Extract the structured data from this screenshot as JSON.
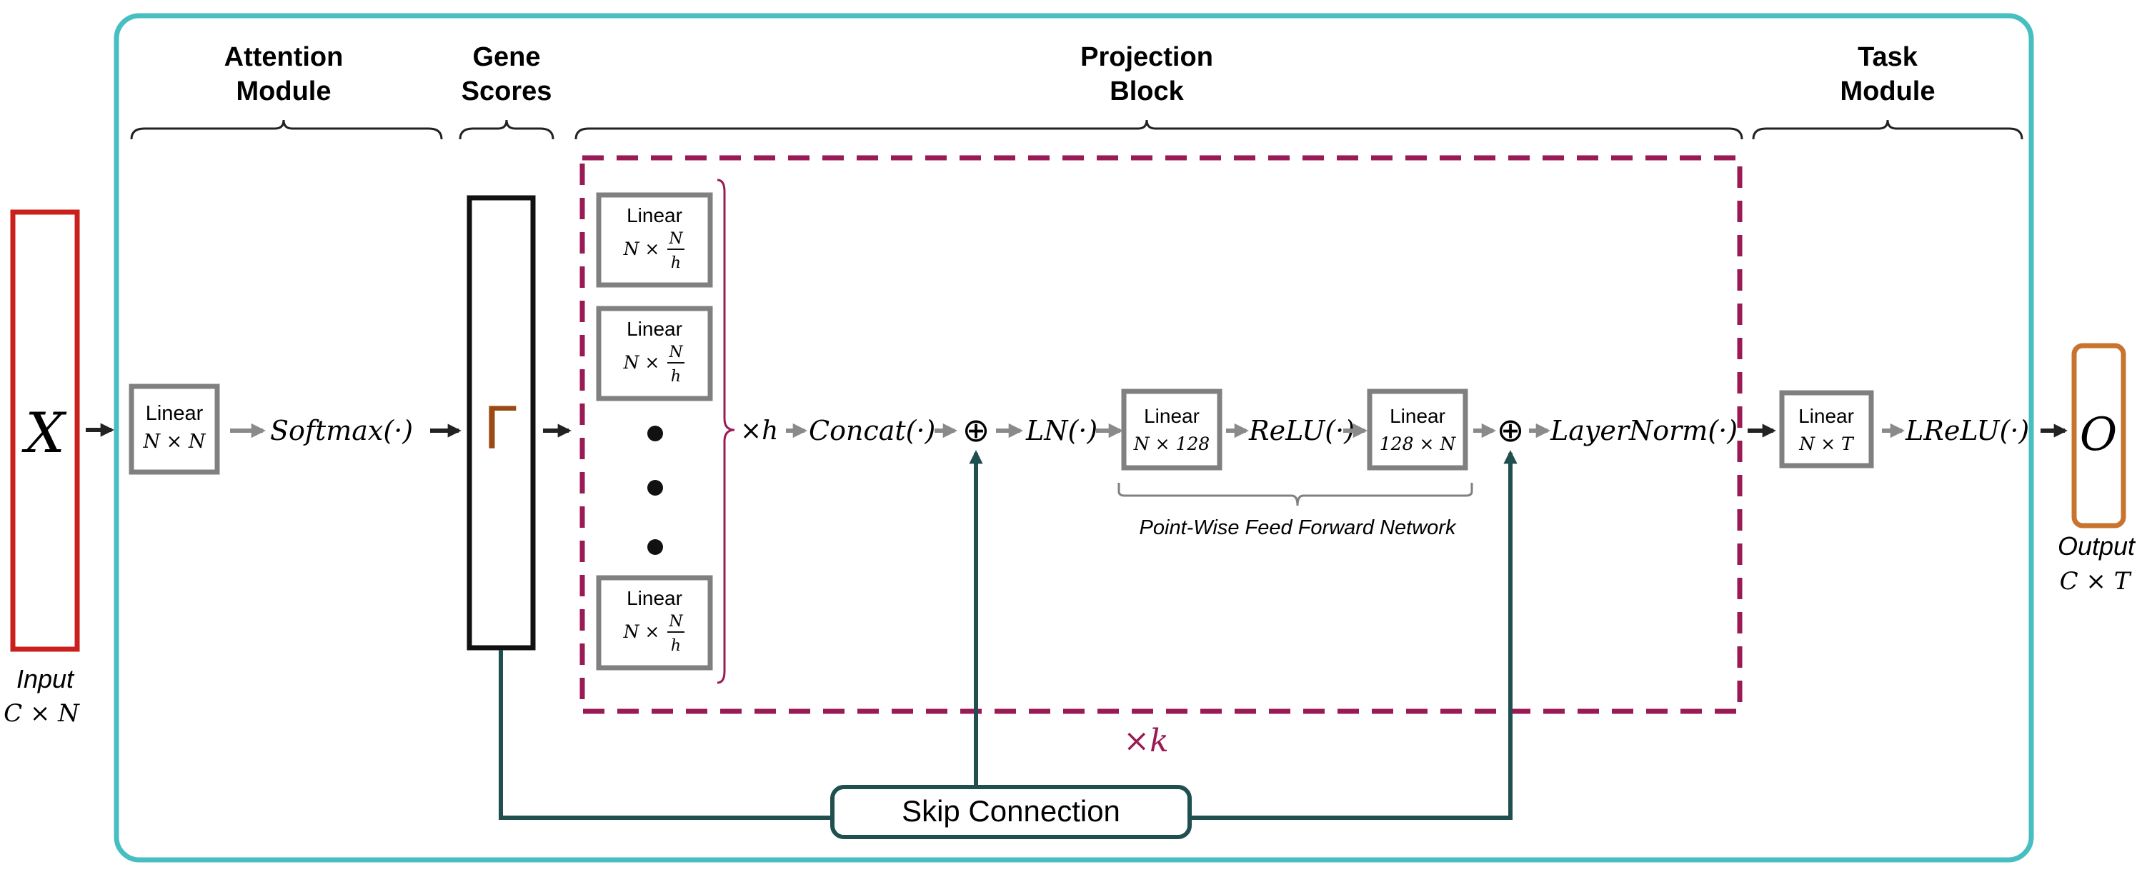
{
  "colors": {
    "frame": "#47bfc2",
    "input_box": "#c9201c",
    "output_box": "#c8742f",
    "projection_dash": "#9a1a55",
    "skip_line": "#1f4f4f",
    "gray_box": "#808080",
    "gamma": "#9a4a12",
    "arrow_dark": "#222222",
    "arrow_gray": "#8a8a8a"
  },
  "headers": {
    "attention": [
      "Attention",
      "Module"
    ],
    "gene": [
      "Gene",
      "Scores"
    ],
    "projection": [
      "Projection",
      "Block"
    ],
    "task": [
      "Task",
      "Module"
    ]
  },
  "input": {
    "symbol": "X",
    "label": "Input",
    "dims": "C × N"
  },
  "output": {
    "symbol": "O",
    "label": "Output",
    "dims": "C × T"
  },
  "gamma_symbol": "Γ",
  "attention_linear": {
    "title": "Linear",
    "dims": "N × N"
  },
  "softmax": "Softmax(·)",
  "head_linear": {
    "title": "Linear",
    "dims_prefix": "N ×",
    "frac_num": "N",
    "frac_den": "h"
  },
  "times_h": "×h",
  "concat": "Concat(·)",
  "oplus": "⊕",
  "ln": "LN(·)",
  "ffn_linear1": {
    "title": "Linear",
    "dims": "N × 128"
  },
  "relu": "ReLU(·)",
  "ffn_linear2": {
    "title": "Linear",
    "dims": "128 × N"
  },
  "ffn_label": "Point-Wise Feed Forward Network",
  "layernorm": "LayerNorm(·)",
  "times_k": "×k",
  "task_linear": {
    "title": "Linear",
    "dims": "N × T"
  },
  "lrelu": "LReLU(·)",
  "skip": "Skip Connection"
}
